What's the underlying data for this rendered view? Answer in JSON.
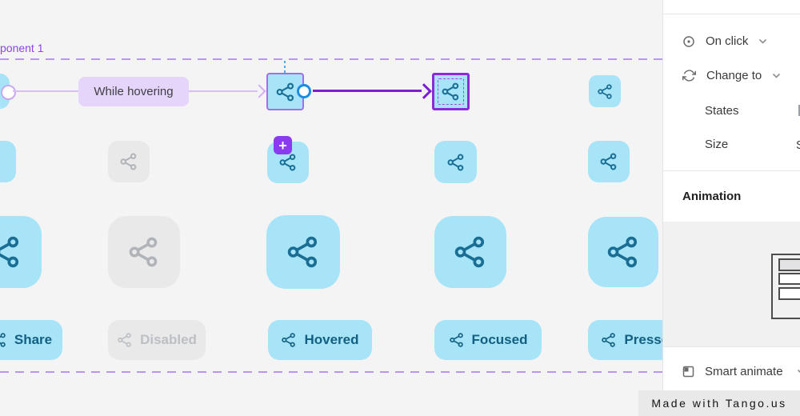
{
  "canvas": {
    "frame_label": "ponent 1",
    "trigger_pill": "While hovering",
    "plus_badge": "+",
    "variant_labels": [
      "Share",
      "Disabled",
      "Hovered",
      "Focused",
      "Pressed"
    ]
  },
  "panel": {
    "trigger_row": "On click",
    "action_row": "Change to",
    "states_label": "States",
    "size_label": "Size",
    "size_value_fragment": "S",
    "animation_header": "Animation",
    "animation_type": "Smart animate"
  },
  "watermark": "Made with Tango.us",
  "colors": {
    "canvas_bg": "#f4f4f5",
    "button_blue": "#a7e4f8",
    "icon_teal": "#1a6e94",
    "frame_dash_purple": "#b795f0",
    "interaction_purple": "#7b1fd4",
    "selection_purple": "#8a2bdd",
    "handle_blue": "#1d8de2",
    "badge_purple": "#8b3bef",
    "trigger_pill_bg": "#e6d5fb"
  },
  "icons": [
    "share-icon",
    "target-icon",
    "swap-icon",
    "smart-animate-icon",
    "chevron-down-icon",
    "plus-icon"
  ]
}
